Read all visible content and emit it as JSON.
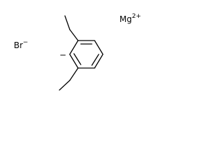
{
  "ions": {
    "bromide": {
      "symbol": "Br",
      "charge": "−"
    },
    "magnesium": {
      "symbol": "Mg",
      "charge": "2+"
    },
    "carbanion": {
      "charge": "−"
    }
  },
  "colors": {
    "bond": "#000000",
    "text": "#000000",
    "background": "#ffffff"
  }
}
